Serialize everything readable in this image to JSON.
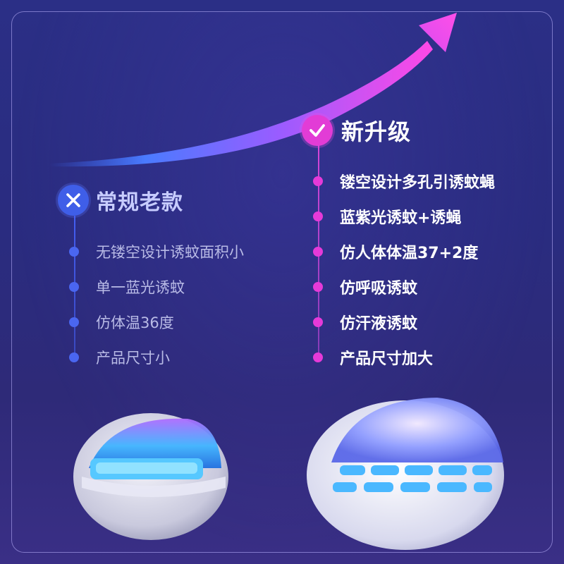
{
  "old": {
    "title": "常规老款",
    "features": [
      "无镂空设计诱蚊面积小",
      "单一蓝光诱蚊",
      "仿体温36度",
      "产品尺寸小"
    ]
  },
  "new": {
    "title": "新升级",
    "features": [
      "镂空设计多孔引诱蚊蝇",
      "蓝紫光诱蚊+诱蝇",
      "仿人体体温37+2度",
      "仿呼吸诱蚊",
      "仿汗液诱蚊",
      "产品尺寸加大"
    ]
  },
  "icons": {
    "old_badge": "x-mark-icon",
    "new_badge": "check-mark-icon",
    "trend": "upward-trend-arrow"
  },
  "colors": {
    "old_accent": "#4a66f0",
    "new_accent": "#e63ad8",
    "background": "#2b2f86"
  }
}
